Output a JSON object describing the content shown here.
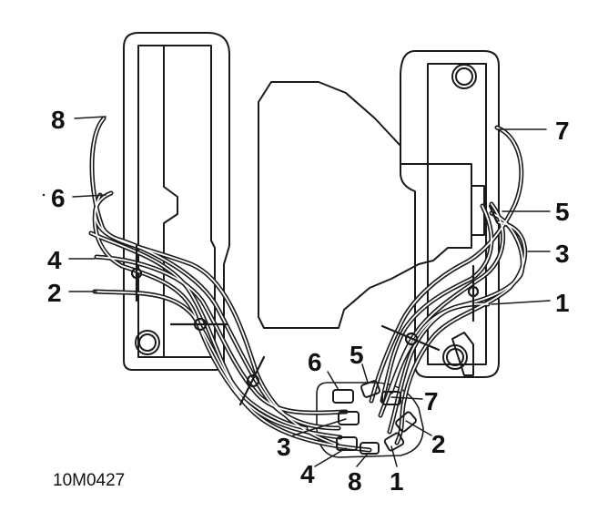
{
  "reference_code": "10M0427",
  "colors": {
    "stroke": "#1a1a1a",
    "background": "#ffffff"
  },
  "labels": {
    "coil_left_top": "8",
    "coil_left_mid": "6",
    "coil_left_low1": "4",
    "coil_left_low2": "2",
    "coil_right_top": "7",
    "coil_right_mid": "5",
    "coil_right_low1": "3",
    "coil_right_low2": "1",
    "dist_6": "6",
    "dist_5": "5",
    "dist_7": "7",
    "dist_3": "3",
    "dist_2": "2",
    "dist_4": "4",
    "dist_8": "8",
    "dist_1": "1"
  }
}
